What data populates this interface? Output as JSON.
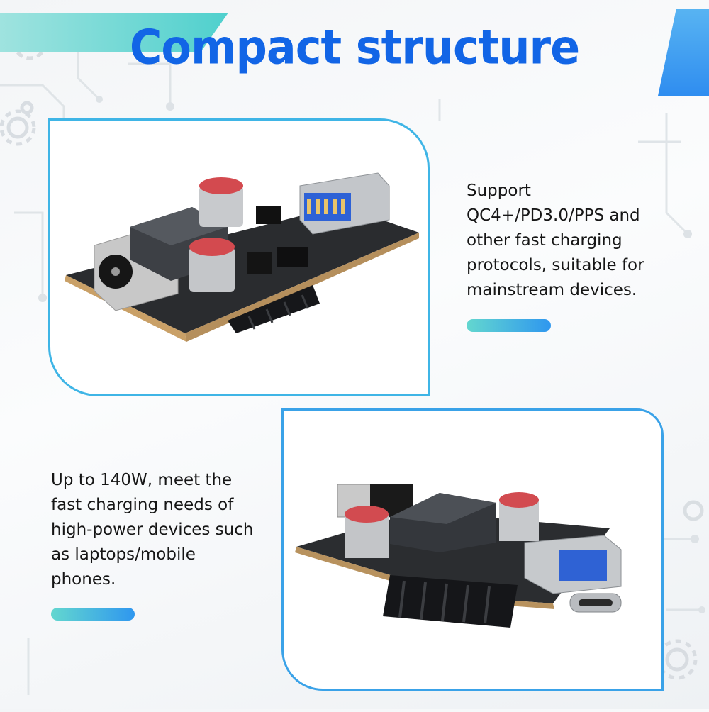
{
  "title": "Compact structure",
  "features": [
    {
      "lines": [
        "Support",
        "QC4+/PD3.0/PPS and",
        "other fast charging",
        "protocols, suitable for",
        "mainstream devices."
      ]
    },
    {
      "lines": [
        "Up to 140W, meet the",
        "fast charging needs of",
        "high-power devices such",
        "as laptops/mobile",
        "phones."
      ]
    }
  ],
  "colors": {
    "title": "#1265e6",
    "accent_teal": "#4fd0cd",
    "accent_blue": "#2f8df0",
    "frame_border": "#3aa2e8"
  },
  "icons": [
    "gear-icon",
    "circuit-pattern-icon"
  ]
}
